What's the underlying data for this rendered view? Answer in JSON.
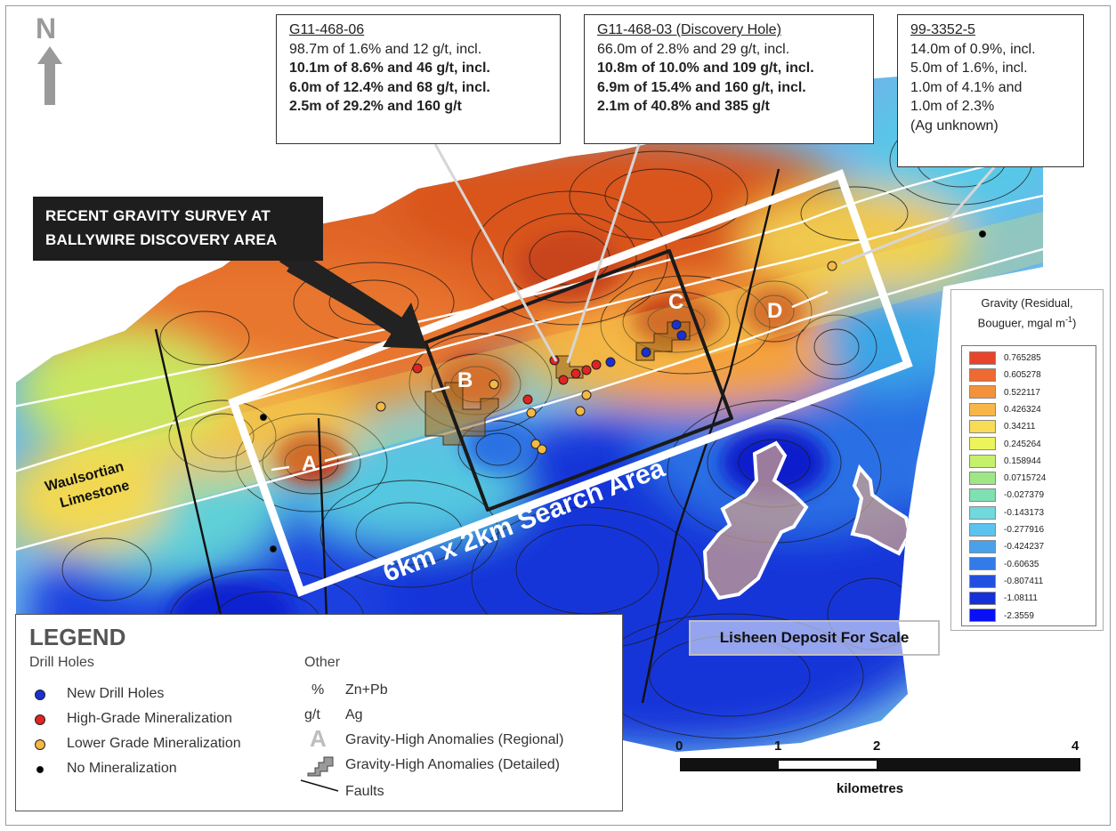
{
  "north": {
    "label": "N",
    "icon": "north-arrow-icon"
  },
  "survey_label": {
    "line1": "RECENT GRAVITY SURVEY AT",
    "line2": "BALLYWIRE DISCOVERY AREA"
  },
  "callouts": [
    {
      "title": "G11-468-06",
      "lines": [
        {
          "text": "98.7m of 1.6% and 12 g/t, incl.",
          "bold": false
        },
        {
          "text": "10.1m of 8.6% and 46 g/t, incl.",
          "bold": true
        },
        {
          "text": "6.0m of 12.4% and 68 g/t, incl.",
          "bold": true
        },
        {
          "text": "2.5m of 29.2% and 160 g/t",
          "bold": true
        }
      ]
    },
    {
      "title": "G11-468-03 (Discovery Hole)",
      "lines": [
        {
          "text": "66.0m of 2.8% and 29 g/t, incl.",
          "bold": false
        },
        {
          "text": "10.8m of 10.0% and 109 g/t, incl.",
          "bold": true
        },
        {
          "text": "6.9m of 15.4% and 160 g/t, incl.",
          "bold": true
        },
        {
          "text": "2.1m of 40.8% and 385 g/t",
          "bold": true
        }
      ]
    },
    {
      "title": "99-3352-5",
      "lines": [
        {
          "text": "14.0m of 0.9%, incl.",
          "bold": false
        },
        {
          "text": "5.0m of 1.6%, incl.",
          "bold": false
        },
        {
          "text": "1.0m of 4.1% and",
          "bold": false
        },
        {
          "text": "1.0m of 2.3%",
          "bold": false
        },
        {
          "text": "(Ag unknown)",
          "bold": false
        }
      ]
    }
  ],
  "anomalies": [
    "A",
    "B",
    "C",
    "D"
  ],
  "map_labels": {
    "limestone_1": "Waulsortian",
    "limestone_2": "Limestone",
    "search_area": "6km x 2km Search Area",
    "lisheen": "Lisheen Deposit For Scale"
  },
  "legend": {
    "title": "LEGEND",
    "drill_title": "Drill Holes",
    "drill_holes": [
      {
        "label": "New Drill Holes",
        "color": "#1a2fd6"
      },
      {
        "label": "High-Grade Mineralization",
        "color": "#e02424"
      },
      {
        "label": "Lower Grade Mineralization",
        "color": "#f5b841"
      },
      {
        "label": "No Mineralization",
        "color": "#000000"
      }
    ],
    "other_title": "Other",
    "other": [
      {
        "symbol": "%",
        "label": "Zn+Pb"
      },
      {
        "symbol": "g/t",
        "label": "Ag"
      },
      {
        "symbol": "A",
        "label": "Gravity-High Anomalies (Regional)"
      },
      {
        "symbol": "",
        "label": "Gravity-High Anomalies (Detailed)"
      },
      {
        "symbol": "",
        "label": "Faults"
      }
    ]
  },
  "gravity_legend": {
    "title_1": "Gravity (Residual,",
    "title_2": "Bouguer, mgal m",
    "title_sup": "-1",
    "title_end": ")",
    "items": [
      {
        "value": "0.765285",
        "color": "#e8432b"
      },
      {
        "value": "0.605278",
        "color": "#ef6a30"
      },
      {
        "value": "0.522117",
        "color": "#f3923a"
      },
      {
        "value": "0.426324",
        "color": "#f7b748"
      },
      {
        "value": "0.34211",
        "color": "#f8dc55"
      },
      {
        "value": "0.245264",
        "color": "#ecf45c"
      },
      {
        "value": "0.158944",
        "color": "#c6f06c"
      },
      {
        "value": "0.0715724",
        "color": "#9ee786"
      },
      {
        "value": "-0.027379",
        "color": "#7fe0b2"
      },
      {
        "value": "-0.143173",
        "color": "#6fd9dd"
      },
      {
        "value": "-0.277916",
        "color": "#5cc2ef"
      },
      {
        "value": "-0.424237",
        "color": "#48a1ea"
      },
      {
        "value": "-0.60635",
        "color": "#337be6"
      },
      {
        "value": "-0.807411",
        "color": "#2150e0"
      },
      {
        "value": "-1.08111",
        "color": "#1430d8"
      },
      {
        "value": "-2.3559",
        "color": "#0a10f5"
      }
    ]
  },
  "scale_bar": {
    "ticks": [
      "0",
      "1",
      "2",
      "4"
    ],
    "unit": "kilometres"
  }
}
